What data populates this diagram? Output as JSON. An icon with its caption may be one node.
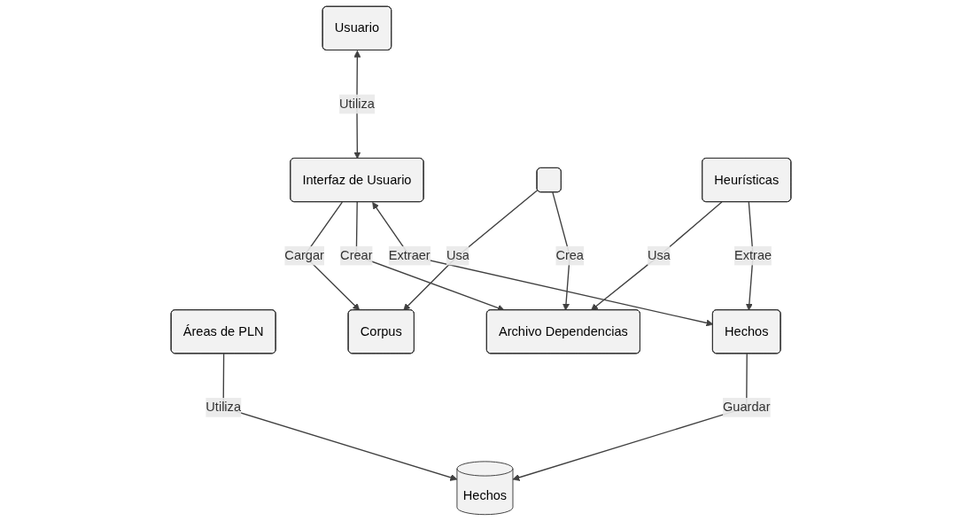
{
  "diagram": {
    "nodes": [
      {
        "text": [
          "Usuario"
        ]
      },
      {
        "text": [
          "Áreas de PLN"
        ]
      },
      {
        "text": [
          "Interfaz de Usuario"
        ]
      },
      {
        "text": [
          "Corpus"
        ]
      },
      {
        "text": [
          "Archivo Dependencias"
        ]
      },
      {
        "text": [
          "Hechos"
        ]
      },
      {
        "text": [],
        "shape": "box"
      },
      {
        "text": [
          "Heurísticas"
        ]
      },
      {
        "text": [
          "Hechos"
        ]
      }
    ],
    "edges": [
      {
        "from": 0,
        "to": 2,
        "arrow": "both",
        "label": "Utiliza"
      },
      {
        "from": 2,
        "to": 3,
        "arrow": "to",
        "label": "Cargar"
      },
      {
        "from": 2,
        "to": 4,
        "arrow": "to",
        "label": "Crear"
      },
      {
        "from": 2,
        "to": 5,
        "arrow": "both",
        "label": "Extraer"
      },
      {
        "from": 6,
        "to": 3,
        "arrow": "to",
        "label": "Usa"
      },
      {
        "from": 6,
        "to": 4,
        "arrow": "to",
        "label": "Crea"
      },
      {
        "from": 7,
        "to": 4,
        "arrow": "to",
        "label": "Usa"
      },
      {
        "from": 7,
        "to": 5,
        "arrow": "to",
        "label": "Extrae"
      },
      {
        "from": 5,
        "to": 8,
        "arrow": "to",
        "label": "Guardar"
      },
      {
        "from": 1,
        "to": 8,
        "arrow": "to",
        "label": "Utiliza"
      }
    ]
  }
}
